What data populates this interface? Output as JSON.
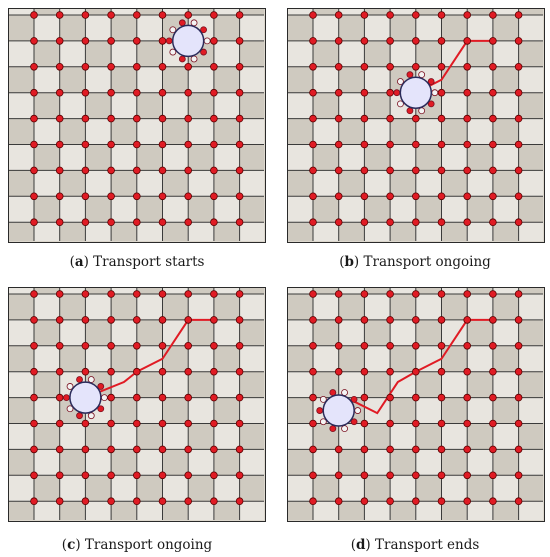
{
  "figure": {
    "panels": [
      {
        "letter": "a",
        "text": "Transport starts",
        "object_cell": [
          6,
          1
        ],
        "path": []
      },
      {
        "letter": "b",
        "text": "Transport ongoing",
        "object_cell": [
          4,
          3
        ],
        "path": [
          [
            7,
            1
          ],
          [
            6,
            1
          ],
          [
            5,
            2.5
          ],
          [
            4,
            3
          ]
        ]
      },
      {
        "letter": "c",
        "text": "Transport ongoing",
        "object_cell": [
          2,
          4
        ],
        "path": [
          [
            7,
            1
          ],
          [
            6,
            1
          ],
          [
            5,
            2.5
          ],
          [
            4,
            3
          ],
          [
            3.5,
            3.4
          ],
          [
            2,
            4
          ]
        ]
      },
      {
        "letter": "d",
        "text": "Transport ends",
        "object_cell": [
          1,
          4.5
        ],
        "path": [
          [
            7,
            1
          ],
          [
            6,
            1
          ],
          [
            5,
            2.5
          ],
          [
            4,
            3
          ],
          [
            3.3,
            3.4
          ],
          [
            2.5,
            4.6
          ],
          [
            1.5,
            4.1
          ],
          [
            1,
            4.5
          ]
        ]
      }
    ],
    "colors": {
      "tile_light": "#e8e5df",
      "tile_dark": "#cfcac0",
      "node": "#e01b24",
      "path": "#e01b24",
      "object_fill": "#e4e4fb"
    }
  }
}
